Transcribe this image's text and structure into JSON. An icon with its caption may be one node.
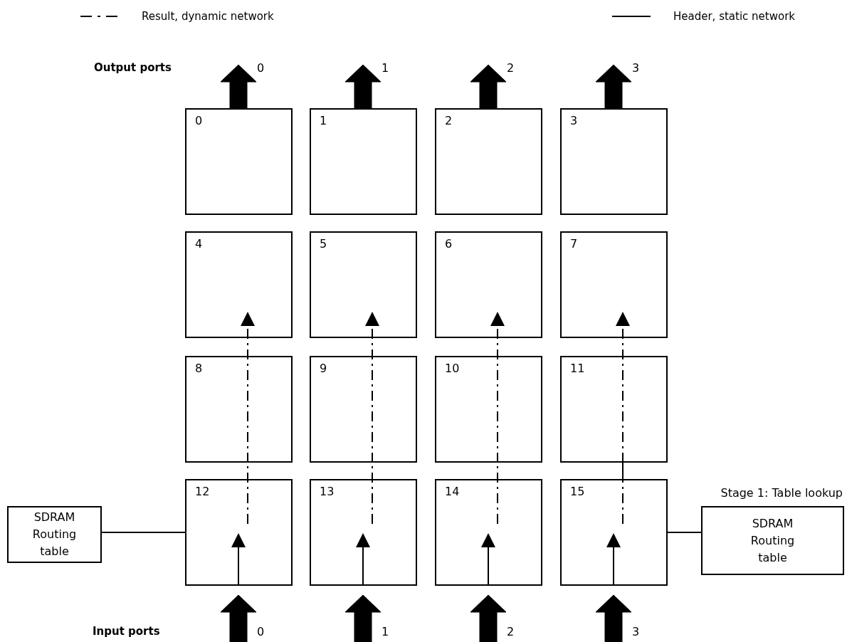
{
  "diagram": {
    "nodes": [
      {
        "text": [
          "0"
        ]
      },
      {
        "text": [
          "1"
        ]
      },
      {
        "text": [
          "2"
        ]
      },
      {
        "text": [
          "3"
        ]
      },
      {
        "text": [
          "4"
        ]
      },
      {
        "text": [
          "5"
        ]
      },
      {
        "text": [
          "6"
        ]
      },
      {
        "text": [
          "7"
        ]
      },
      {
        "text": [
          "8"
        ]
      },
      {
        "text": [
          "9"
        ]
      },
      {
        "text": [
          "10"
        ]
      },
      {
        "text": [
          "11"
        ]
      },
      {
        "text": [
          "12"
        ]
      },
      {
        "text": [
          "13"
        ]
      },
      {
        "text": [
          "14"
        ]
      },
      {
        "text": [
          "15"
        ]
      },
      {
        "text": [
          "SDRAM Routing table"
        ]
      },
      {
        "text": [
          "SDRAM Routing table"
        ],
        "beside": [
          "Stage 1: Table lookup"
        ]
      }
    ],
    "edges": [
      {
        "from": 0,
        "to": null,
        "arrow": "to",
        "style": "thick",
        "label": "0"
      },
      {
        "from": 1,
        "to": null,
        "arrow": "to",
        "style": "thick",
        "label": "1"
      },
      {
        "from": 2,
        "to": null,
        "arrow": "to",
        "style": "thick",
        "label": "2"
      },
      {
        "from": 3,
        "to": null,
        "arrow": "to",
        "style": "thick",
        "label": "3"
      },
      {
        "from": null,
        "to": 12,
        "arrow": "to",
        "style": "thick",
        "label": "0"
      },
      {
        "from": null,
        "to": 13,
        "arrow": "to",
        "style": "thick",
        "label": "1"
      },
      {
        "from": null,
        "to": 14,
        "arrow": "to",
        "style": "thick",
        "label": "2"
      },
      {
        "from": null,
        "to": 15,
        "arrow": "to",
        "style": "thick",
        "label": "3"
      },
      {
        "from": 12,
        "to": 8,
        "arrow": "none",
        "style": "dashed"
      },
      {
        "from": 8,
        "to": 4,
        "arrow": "to",
        "style": "dashed"
      },
      {
        "from": 13,
        "to": 9,
        "arrow": "none",
        "style": "dashed"
      },
      {
        "from": 9,
        "to": 5,
        "arrow": "to",
        "style": "dashed"
      },
      {
        "from": 14,
        "to": 10,
        "arrow": "none",
        "style": "dashed"
      },
      {
        "from": 10,
        "to": 6,
        "arrow": "to",
        "style": "dashed"
      },
      {
        "from": 15,
        "to": 11,
        "arrow": "none",
        "style": "dashed"
      },
      {
        "from": 11,
        "to": 7,
        "arrow": "to",
        "style": "dashed"
      },
      {
        "from": 16,
        "to": 12,
        "arrow": "none"
      },
      {
        "from": 15,
        "to": 17,
        "arrow": "none"
      }
    ],
    "labels": [
      "Output ports",
      "Input ports"
    ],
    "legend": [
      {
        "text": "Result, dynamic network"
      },
      {
        "text": "Header, static network"
      }
    ]
  }
}
